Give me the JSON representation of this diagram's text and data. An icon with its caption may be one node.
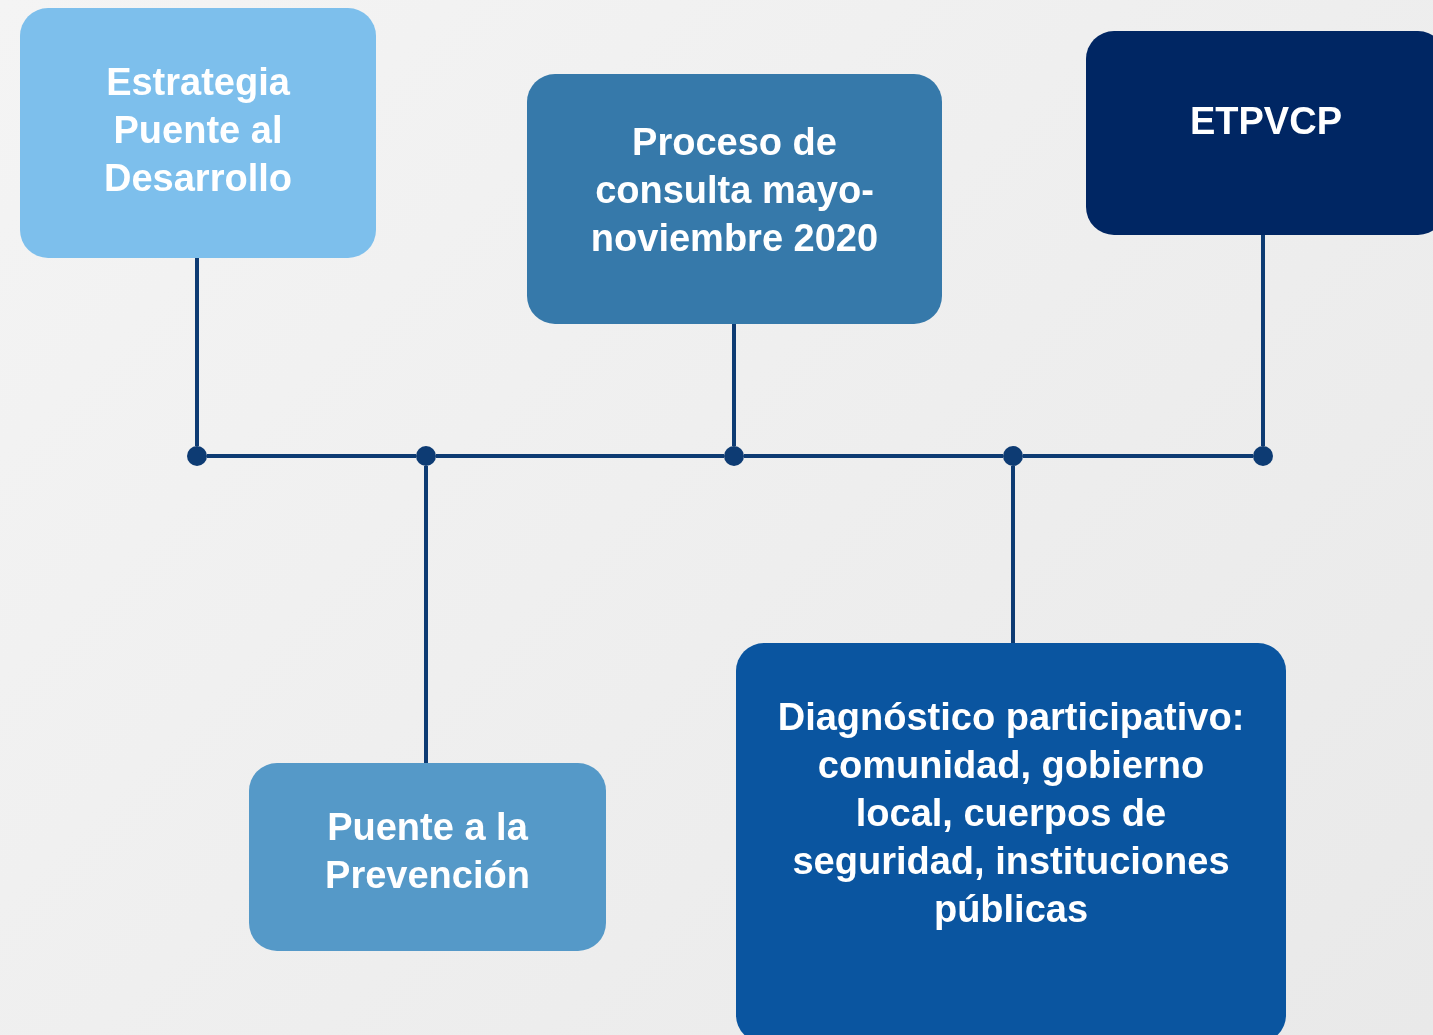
{
  "diagram": {
    "nodes": [
      {
        "text": [
          "Estrategia Puente al Desarrollo"
        ]
      },
      {
        "text": [
          "Proceso de consulta mayo-noviembre 2020"
        ]
      },
      {
        "text": [
          "ETPVCP"
        ]
      },
      {
        "text": [
          "Puente a la Prevención"
        ]
      },
      {
        "text": [
          "Diagnóstico participativo: comunidad, gobierno local, cuerpos de seguridad, instituciones públicas"
        ]
      },
      {
        "text": [],
        "shape": "circle"
      },
      {
        "text": [],
        "shape": "circle"
      },
      {
        "text": [],
        "shape": "circle"
      },
      {
        "text": [],
        "shape": "circle"
      },
      {
        "text": [],
        "shape": "circle"
      }
    ],
    "edges": [
      {
        "from": 0,
        "to": 5,
        "arrow": "none"
      },
      {
        "from": 3,
        "to": 6,
        "arrow": "none"
      },
      {
        "from": 1,
        "to": 7,
        "arrow": "none"
      },
      {
        "from": 4,
        "to": 8,
        "arrow": "none"
      },
      {
        "from": 2,
        "to": 9,
        "arrow": "none"
      },
      {
        "from": 5,
        "to": 6,
        "arrow": "none"
      },
      {
        "from": 6,
        "to": 7,
        "arrow": "none"
      },
      {
        "from": 7,
        "to": 8,
        "arrow": "none"
      },
      {
        "from": 8,
        "to": 9,
        "arrow": "none"
      }
    ]
  }
}
